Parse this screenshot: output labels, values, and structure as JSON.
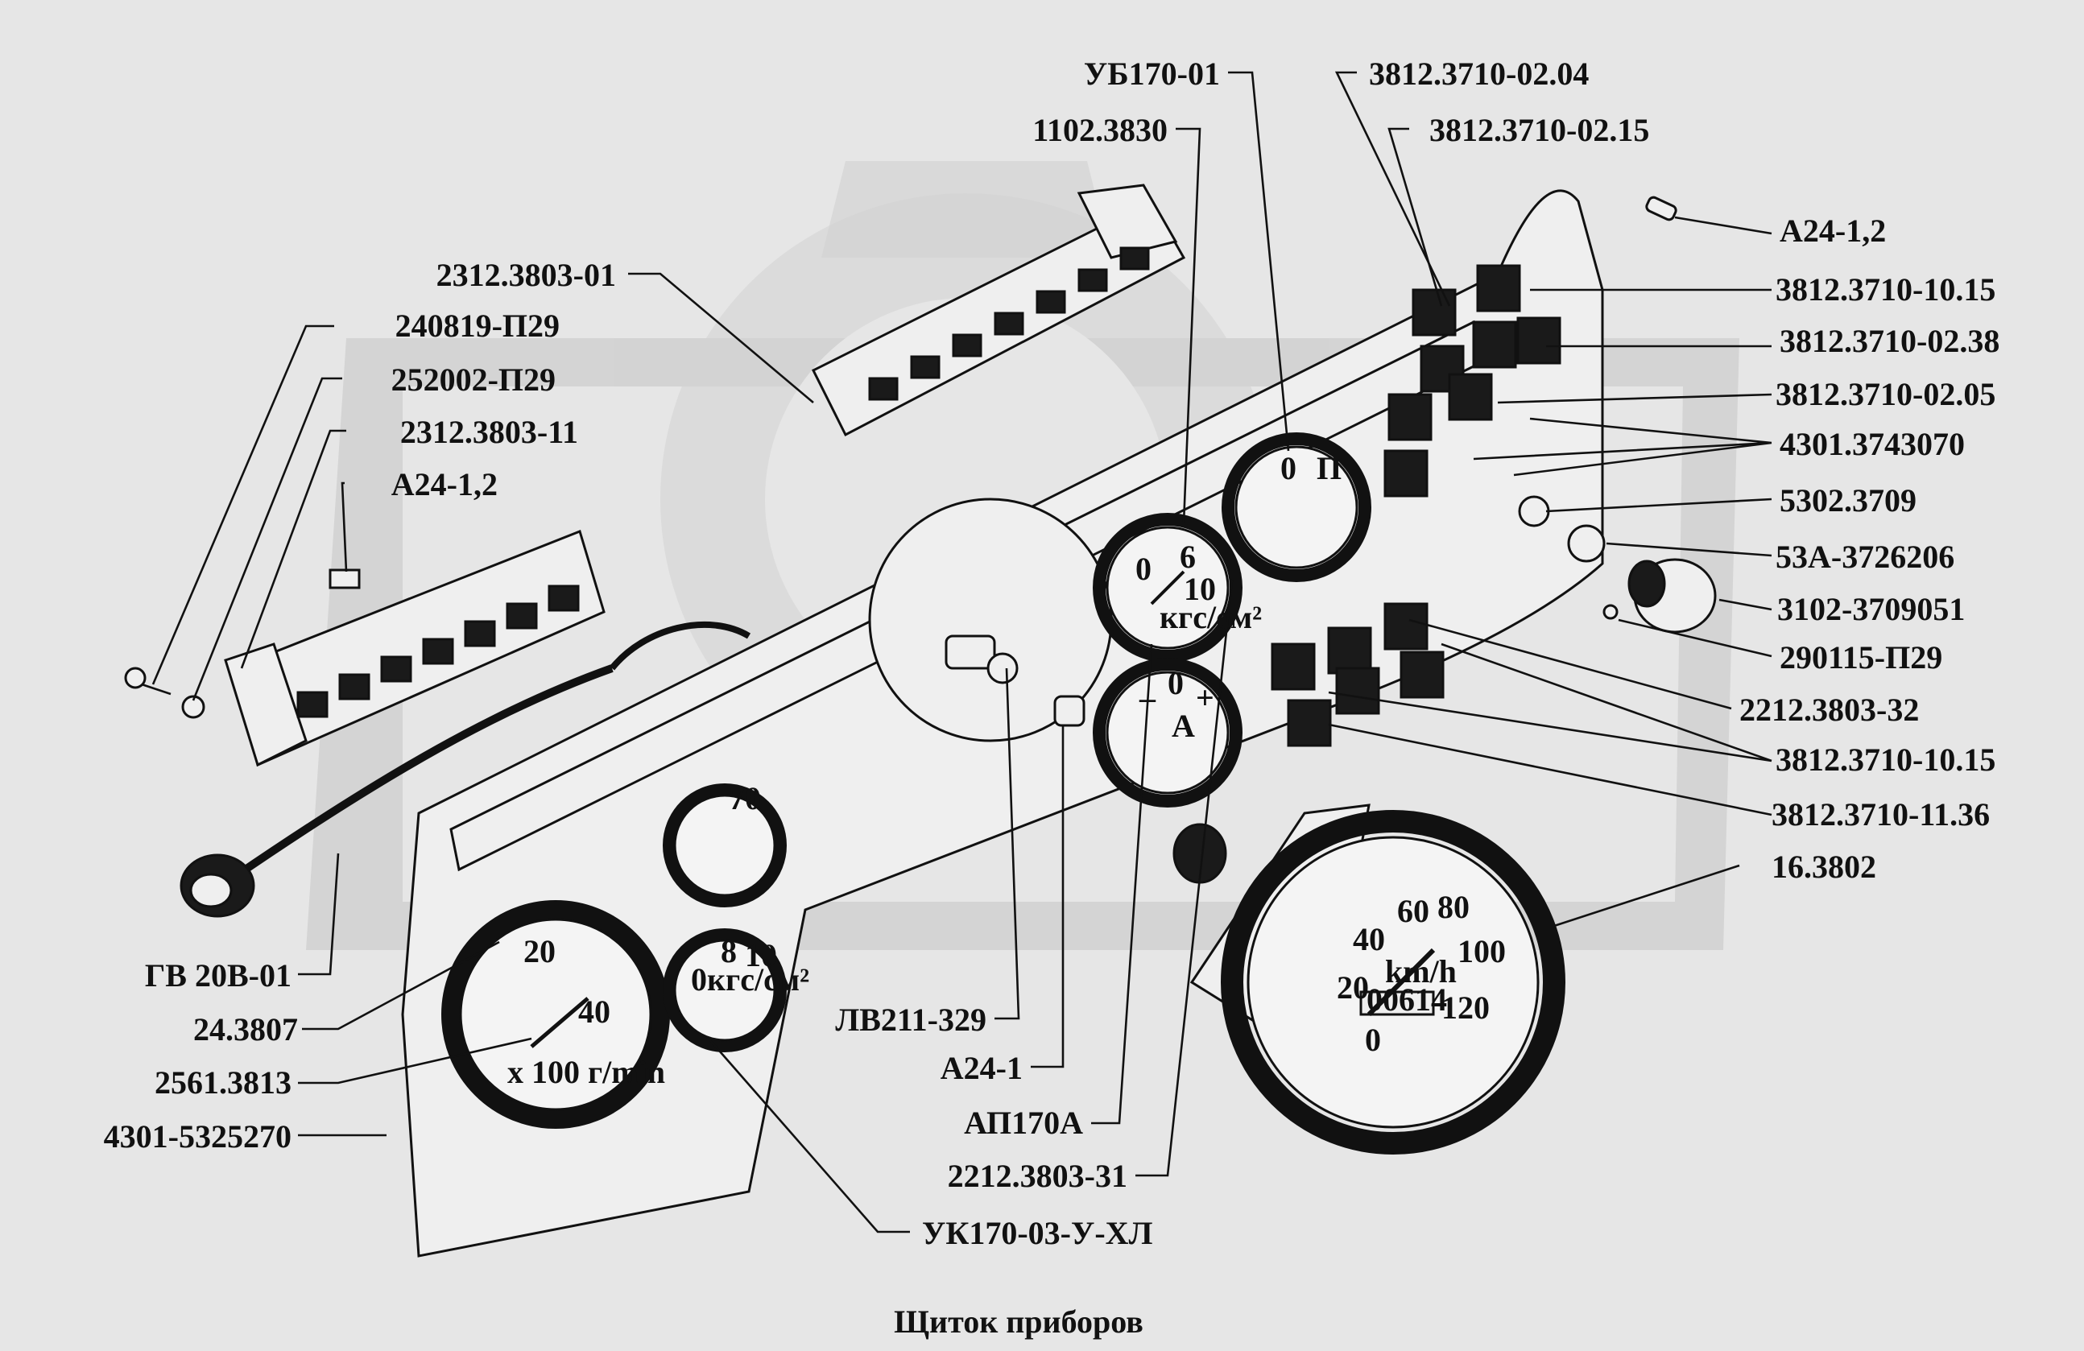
{
  "caption": "Щиток приборов",
  "labels": [
    {
      "id": "ub170-01",
      "text": "УБ170-01"
    },
    {
      "id": "p3812-02-04",
      "text": "3812.3710-02.04"
    },
    {
      "id": "p1102-3830",
      "text": "1102.3830"
    },
    {
      "id": "p3812-02-15",
      "text": "3812.3710-02.15"
    },
    {
      "id": "a24-1-2-right",
      "text": "А24-1,2"
    },
    {
      "id": "p2312-3803-01",
      "text": "2312.3803-01"
    },
    {
      "id": "p3812-10-15-top",
      "text": "3812.3710-10.15"
    },
    {
      "id": "p240819",
      "text": "240819-П29"
    },
    {
      "id": "p3812-02-38",
      "text": "3812.3710-02.38"
    },
    {
      "id": "p252002",
      "text": "252002-П29"
    },
    {
      "id": "p3812-02-05",
      "text": "3812.3710-02.05"
    },
    {
      "id": "p2312-3803-11",
      "text": "2312.3803-11"
    },
    {
      "id": "p4301-3743070",
      "text": "4301.3743070"
    },
    {
      "id": "a24-1-2-left",
      "text": "А24-1,2"
    },
    {
      "id": "p5302-3709",
      "text": "5302.3709"
    },
    {
      "id": "p53a",
      "text": "53А-3726206"
    },
    {
      "id": "p3102",
      "text": "3102-3709051"
    },
    {
      "id": "p290115",
      "text": "290115-П29"
    },
    {
      "id": "p2212-32",
      "text": "2212.3803-32"
    },
    {
      "id": "p3812-10-15-bottom",
      "text": "3812.3710-10.15"
    },
    {
      "id": "p3812-11-36",
      "text": "3812.3710-11.36"
    },
    {
      "id": "p16-3802",
      "text": "16.3802"
    },
    {
      "id": "gv20v",
      "text": "ГВ 20В-01"
    },
    {
      "id": "p24-3807",
      "text": "24.3807"
    },
    {
      "id": "lv211",
      "text": "ЛВ211-329"
    },
    {
      "id": "p2561",
      "text": "2561.3813"
    },
    {
      "id": "a24-1",
      "text": "А24-1"
    },
    {
      "id": "p4301-5325270",
      "text": "4301-5325270"
    },
    {
      "id": "ap170a",
      "text": "АП170А"
    },
    {
      "id": "p2212-31",
      "text": "2212.3803-31"
    },
    {
      "id": "uk170",
      "text": "УК170-03-У-ХЛ"
    }
  ],
  "dials": {
    "speedo": {
      "ticks": [
        "0",
        "20",
        "40",
        "60",
        "80",
        "100",
        "120"
      ],
      "unit": "km/h",
      "odometer": "00614"
    },
    "tacho": {
      "ticks": [
        "20",
        "40"
      ],
      "unit": "х 100 г/min"
    },
    "oil_pressure_top": {
      "ticks": [
        "0",
        "6",
        "10"
      ],
      "unit": "кгс/см²"
    },
    "fuel": {
      "ticks": [
        "0",
        "П"
      ]
    },
    "ammeter": {
      "ticks": [
        "–",
        "0",
        "+"
      ],
      "unit": "А"
    },
    "temp": {
      "ticks": [
        "70"
      ]
    },
    "air_pressure": {
      "ticks": [
        "0",
        "8",
        "10"
      ],
      "unit": "кгс/см²"
    }
  }
}
